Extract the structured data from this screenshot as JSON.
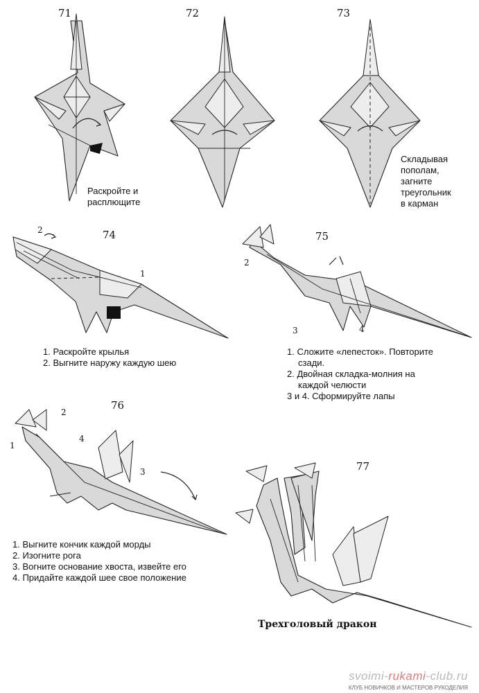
{
  "steps": {
    "s71": {
      "number": "71",
      "caption": [
        "Раскройте и",
        "расплющите"
      ]
    },
    "s72": {
      "number": "72"
    },
    "s73": {
      "number": "73",
      "caption": [
        "Складывая",
        "пополам,",
        "загните",
        "треугольник",
        "в карман"
      ]
    },
    "s74": {
      "number": "74",
      "callouts": [
        "2",
        "1"
      ],
      "notes": [
        "1. Раскройте крылья",
        "2. Выгните наружу каждую шею"
      ]
    },
    "s75": {
      "number": "75",
      "callouts": [
        "2",
        "3",
        "4"
      ],
      "notes": [
        "1. Сложите «лепесток». Повторите",
        "сзади.",
        "2. Двойная складка-молния на",
        "каждой челюсти",
        "3 и 4. Сформируйте лапы"
      ]
    },
    "s76": {
      "number": "76",
      "callouts": [
        "2",
        "1",
        "4",
        "3"
      ],
      "notes": [
        "1. Выгните кончик каждой морды",
        "2. Изогните рога",
        "3. Вогните основание хвоста, извейте его",
        "4. Придайте каждой шее свое положение"
      ]
    },
    "s77": {
      "number": "77",
      "title": "Трехголовый дракон"
    }
  },
  "watermark": {
    "site_part1": "svoimi-",
    "site_accent": "rukami",
    "site_part2": "-club.ru",
    "tagline": "КЛУБ НОВИЧКОВ И МАСТЕРОВ РУКОДЕЛИЯ"
  },
  "icons": [
    "arrow-icon",
    "paper-shape-icon"
  ]
}
